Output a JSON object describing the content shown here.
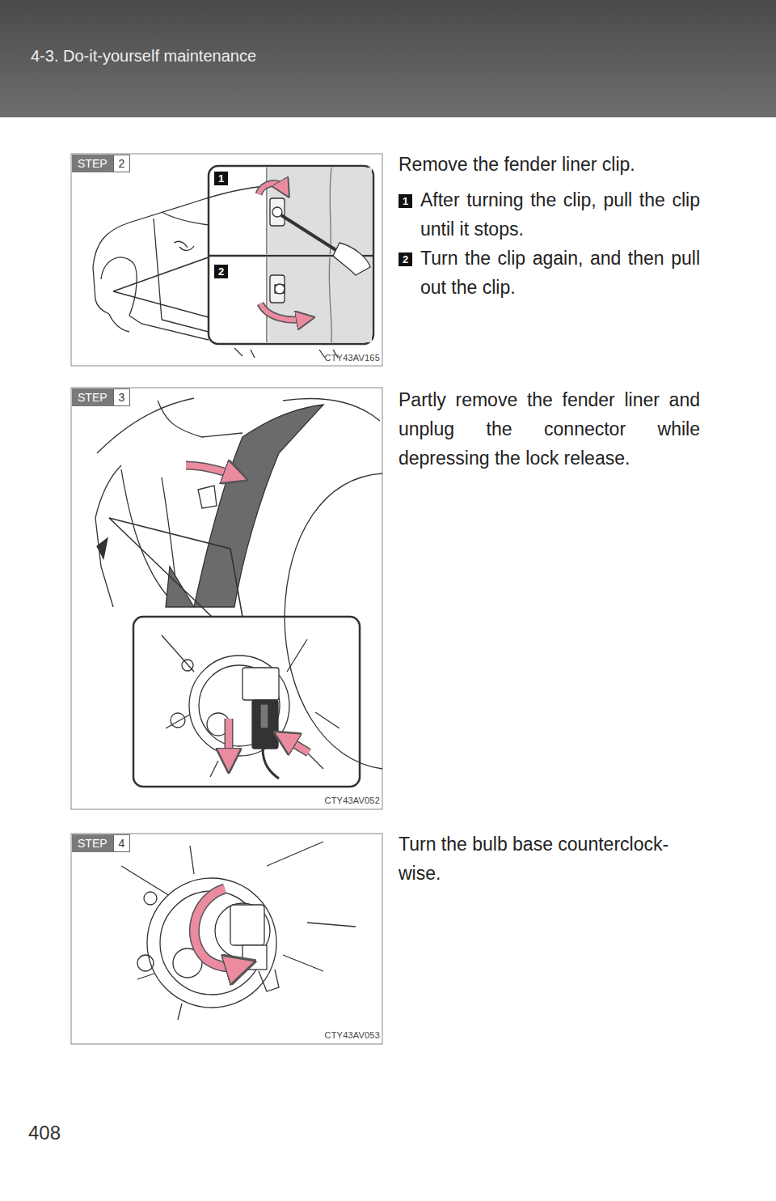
{
  "diagram": {
    "title": "4-3. Do-it-yourself maintenance",
    "nodes": [
      {
        "text": [
          "STEP",
          "2"
        ]
      },
      {
        "text": [
          "STEP",
          "3"
        ]
      },
      {
        "text": [
          "STEP",
          "4"
        ]
      }
    ],
    "labels": [
      "408",
      "1",
      "2",
      "CTY43AV165",
      "Remove the fender liner clip.",
      "1",
      "After turning the clip, pull the clip until it stops.",
      "2",
      "Turn the clip again, and then pull out the clip.",
      "CTY43AV052",
      "Partly remove the fender liner and unplug the connector while depressing the lock release.",
      "CTY43AV053",
      "Turn the bulb base counterclock- wise."
    ]
  }
}
